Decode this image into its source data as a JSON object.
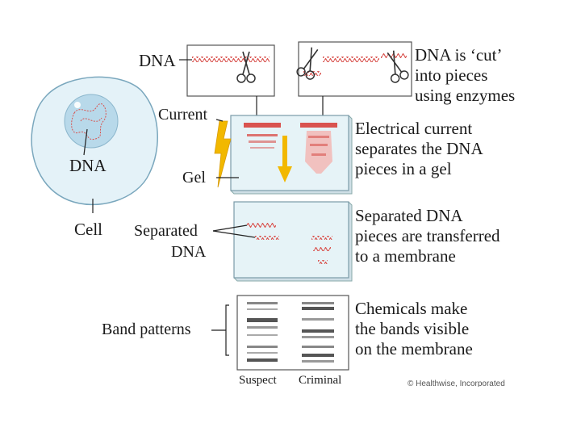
{
  "labels": {
    "dna_top": "DNA",
    "current": "Current",
    "gel": "Gel",
    "dna_cell": "DNA",
    "cell": "Cell",
    "separated_line1": "Separated",
    "separated_line2": "DNA",
    "band_patterns": "Band patterns",
    "suspect": "Suspect",
    "criminal": "Criminal"
  },
  "steps": [
    {
      "lines": [
        "DNA is ‘cut’",
        "into pieces",
        "using enzymes"
      ]
    },
    {
      "lines": [
        "Electrical current",
        "separates the DNA",
        "pieces in a gel"
      ]
    },
    {
      "lines": [
        "Separated DNA",
        "pieces are transferred",
        "to a membrane"
      ]
    },
    {
      "lines": [
        "Chemicals make",
        "the bands visible",
        "on the membrane"
      ]
    }
  ],
  "credit": "© Healthwise, Incorporated",
  "colors": {
    "dna": "#d9534f",
    "arrow": "#f2b800",
    "gel_fill": "#e6f3f7",
    "cell_fill": "#e4f2f8",
    "nucleus_fill": "#b8d9ea"
  },
  "icons": [
    "scissors-icon",
    "current-bolt-icon",
    "direction-arrow-icon"
  ]
}
